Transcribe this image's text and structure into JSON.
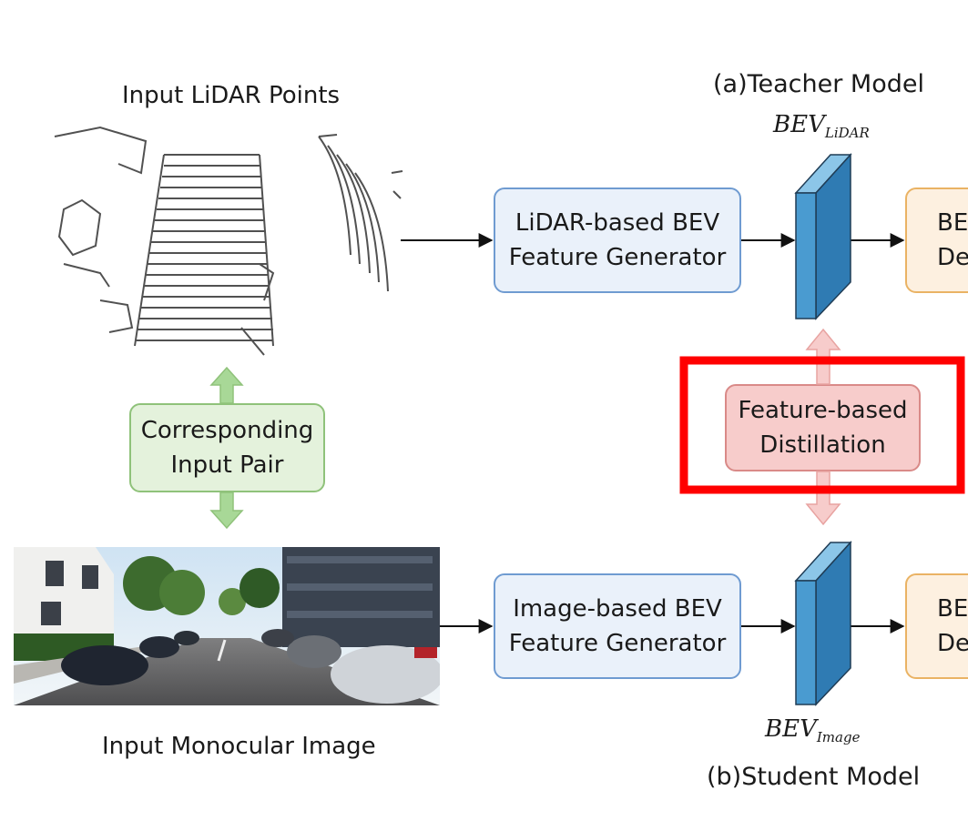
{
  "lidar": {
    "title": "Input LiDAR Points"
  },
  "image": {
    "caption": "Input Monocular Image"
  },
  "pair": {
    "line1": "Corresponding",
    "line2": "Input Pair"
  },
  "teacher": {
    "title": "(a)Teacher Model",
    "generator_line1": "LiDAR-based BEV",
    "generator_line2": "Feature Generator",
    "bev_base": "BEV",
    "bev_sub": "LiDAR",
    "decoder_line1": "BE",
    "decoder_line2": "De"
  },
  "student": {
    "title": "(b)Student Model",
    "generator_line1": "Image-based BEV",
    "generator_line2": "Feature Generator",
    "bev_base": "BEV",
    "bev_sub": "Image",
    "decoder_line1": "BE",
    "decoder_line2": "De"
  },
  "distill": {
    "line1": "Feature-based",
    "line2": "Distillation"
  },
  "colors": {
    "highlight": "#ff0000",
    "bev_front": "#4a9bd0",
    "bev_side": "#2f7bb3",
    "pair_arrow": "#a8d897",
    "distill_arrow": "#f2b9b8"
  }
}
